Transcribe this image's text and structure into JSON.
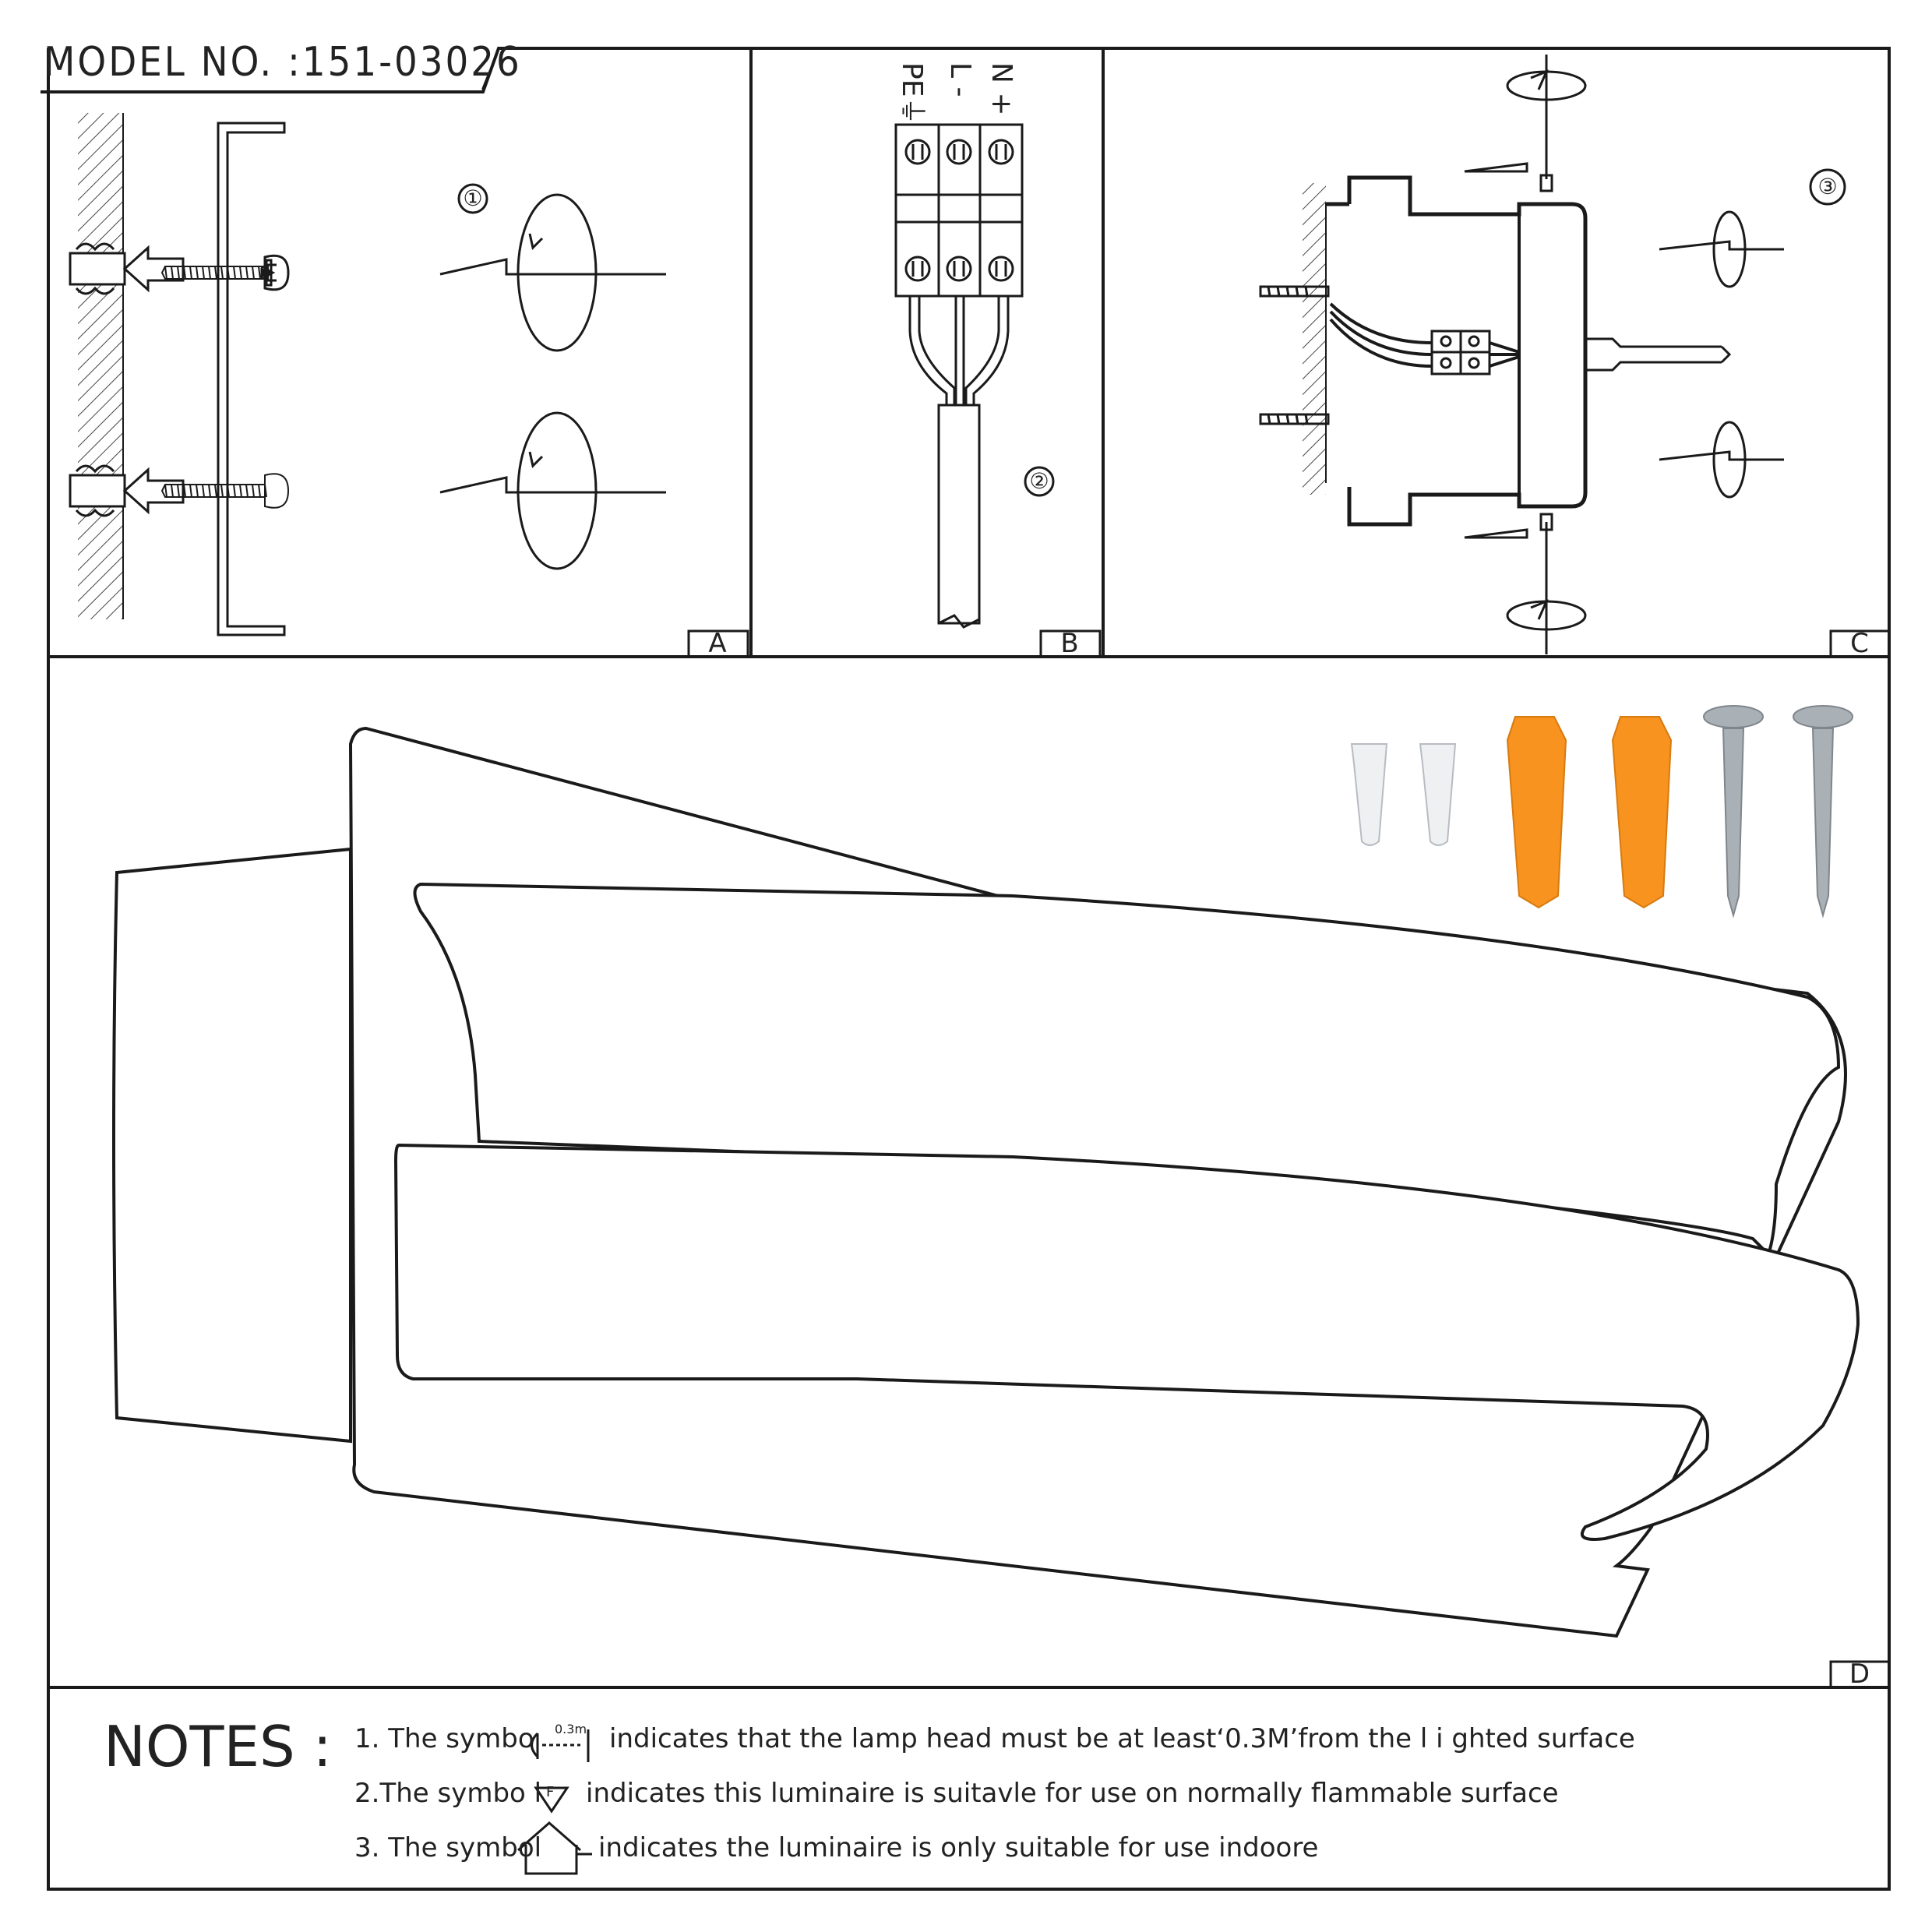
{
  "header": {
    "model_label": "MODEL NO. :151-03026"
  },
  "panels": {
    "a": {
      "label": "A",
      "step": "①"
    },
    "b": {
      "label": "B",
      "step": "②",
      "terminals": [
        "PE⏚",
        "L -",
        "N +"
      ]
    },
    "c": {
      "label": "C",
      "step": "③"
    },
    "d": {
      "label": "D"
    }
  },
  "notes": {
    "title": "NOTES :",
    "items": [
      {
        "prefix": "1. The symbo",
        "icon_text": "0.3m",
        "text": "indicates that the lamp head must be at least‘0.3M’from the l i ghted surface"
      },
      {
        "prefix": "2.The symbo l",
        "icon_text": "F",
        "text": "indicates this luminaire is suitavle for use on normally flammable surface"
      },
      {
        "prefix": "3. The symbol",
        "icon_text": "",
        "text": "indicates the luminaire is only suitable for use indoore"
      }
    ]
  },
  "colors": {
    "line": "#1a1a1a",
    "anchor_orange": "#f7931e",
    "screw_silver": "#a9b0b6",
    "cap_white": "#eef0f2"
  }
}
